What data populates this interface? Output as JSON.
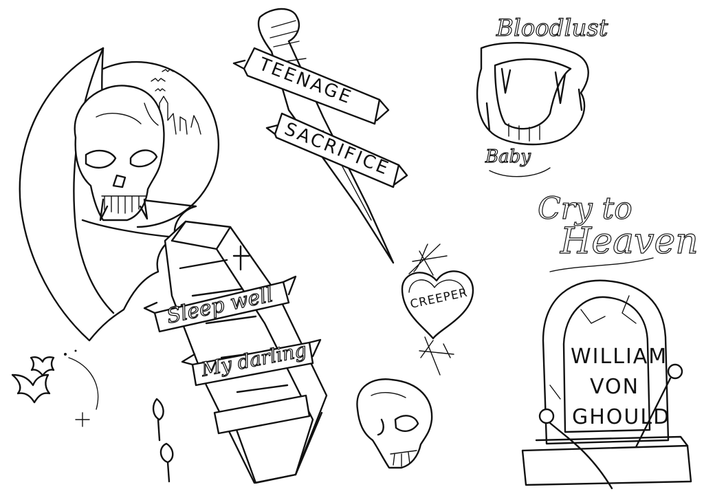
{
  "flash_sheet": {
    "dagger": {
      "banner_top": "TEENAGE",
      "banner_bottom": "SACRIFICE"
    },
    "fangs": {
      "top_script": "Bloodlust",
      "bottom_script": "Baby"
    },
    "lettering": {
      "line1": "Cry to",
      "line2": "Heaven"
    },
    "coffin": {
      "banner_top": "Sleep well",
      "banner_middle": "My darling"
    },
    "candy_heart": {
      "text": "CREEPER"
    },
    "tombstone": {
      "line1": "WILLIAM",
      "line2": "VON",
      "line3": "GHOULD"
    }
  }
}
